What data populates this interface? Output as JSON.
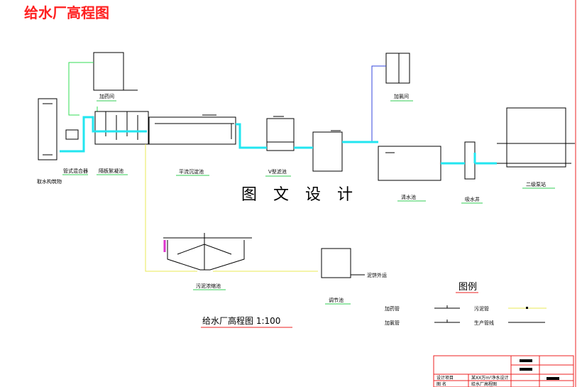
{
  "title": "给水厂高程图",
  "watermark": "图 文 设 计",
  "scale_caption": "给水厂高程图 1:100",
  "units": {
    "intake": "取水构筑物",
    "mixer": "管式混合器",
    "flocc": "隔板絮凝池",
    "sed": "平流沉淀池",
    "vfilter": "V型滤池",
    "clearwell": "清水池",
    "suction": "吸水井",
    "pump": "二级泵站",
    "dosing": "加药间",
    "chlorine": "加氯间",
    "thickener": "污泥浓缩池",
    "regulate": "调节池",
    "sludge_out": "泥饼外运"
  },
  "legend": {
    "title": "图例",
    "items": [
      {
        "label": "加药管",
        "color": "#000000"
      },
      {
        "label": "加氯管",
        "color": "#000000"
      },
      {
        "label": "污泥管",
        "color": "#e8e855"
      },
      {
        "label": "生产管线",
        "color": "#000000"
      }
    ]
  },
  "title_block": {
    "row1_left": "设计项目",
    "row1_right": "某XX万m³净水设计",
    "row2_left": "图  名",
    "row2_right": "给水厂高程图"
  },
  "colors": {
    "title": "#ff2020",
    "pipe": "#22e6f0",
    "dosing_line": "#33dd55",
    "sludge_line": "#e8e855",
    "chlorine_line": "#3344dd",
    "frame": "#ee2222"
  }
}
